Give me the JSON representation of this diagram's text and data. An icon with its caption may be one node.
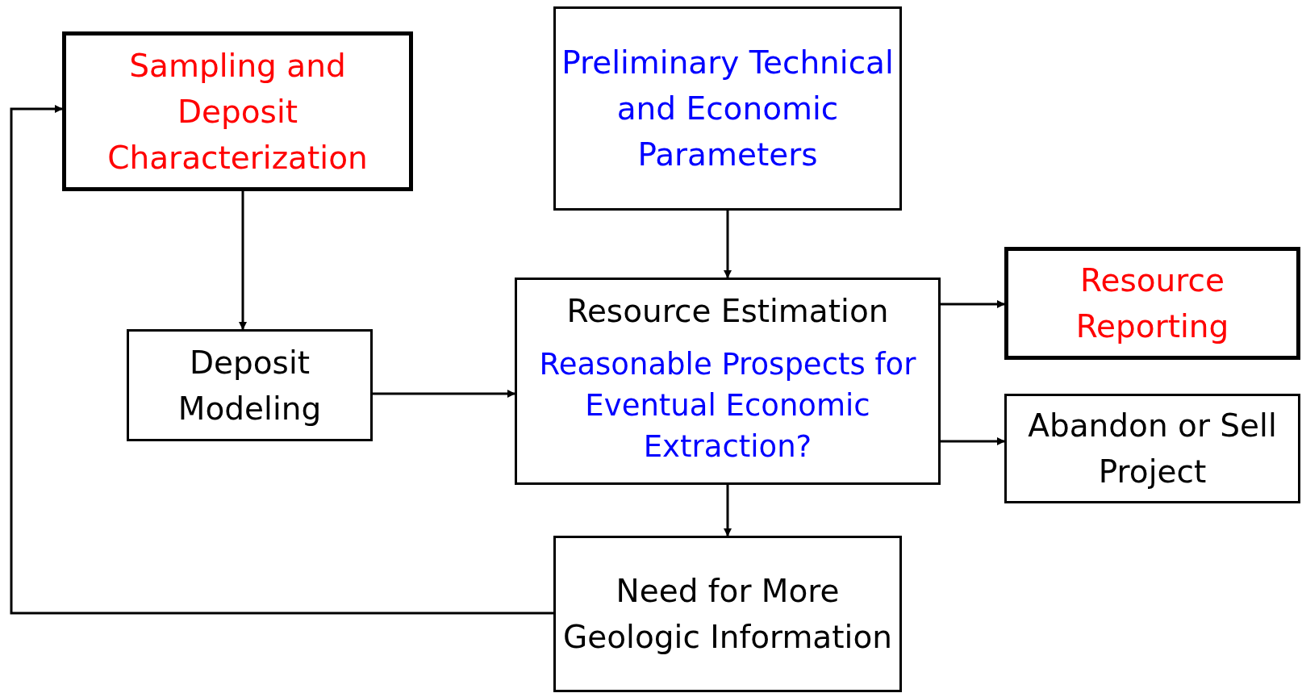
{
  "diagram": {
    "nodes": [
      {
        "text": [
          "Sampling and Deposit Characterization"
        ]
      },
      {
        "text": [
          "Preliminary Technical and Economic Parameters"
        ]
      },
      {
        "text": [
          "Deposit Modeling"
        ]
      },
      {
        "text": [
          "Resource Estimation",
          "Reasonable Prospects for Eventual Economic Extraction?"
        ]
      },
      {
        "text": [
          "Resource Reporting"
        ]
      },
      {
        "text": [
          "Abandon or Sell Project"
        ]
      },
      {
        "text": [
          "Need for More Geologic Information"
        ]
      }
    ],
    "edges": [
      {
        "from": 0,
        "to": 2,
        "arrow": "to"
      },
      {
        "from": 1,
        "to": 3,
        "arrow": "to"
      },
      {
        "from": 2,
        "to": 3,
        "arrow": "to"
      },
      {
        "from": 3,
        "to": 4,
        "arrow": "to"
      },
      {
        "from": 3,
        "to": 5,
        "arrow": "to"
      },
      {
        "from": 3,
        "to": 6,
        "arrow": "to"
      },
      {
        "from": 6,
        "to": 0,
        "arrow": "to"
      }
    ]
  }
}
